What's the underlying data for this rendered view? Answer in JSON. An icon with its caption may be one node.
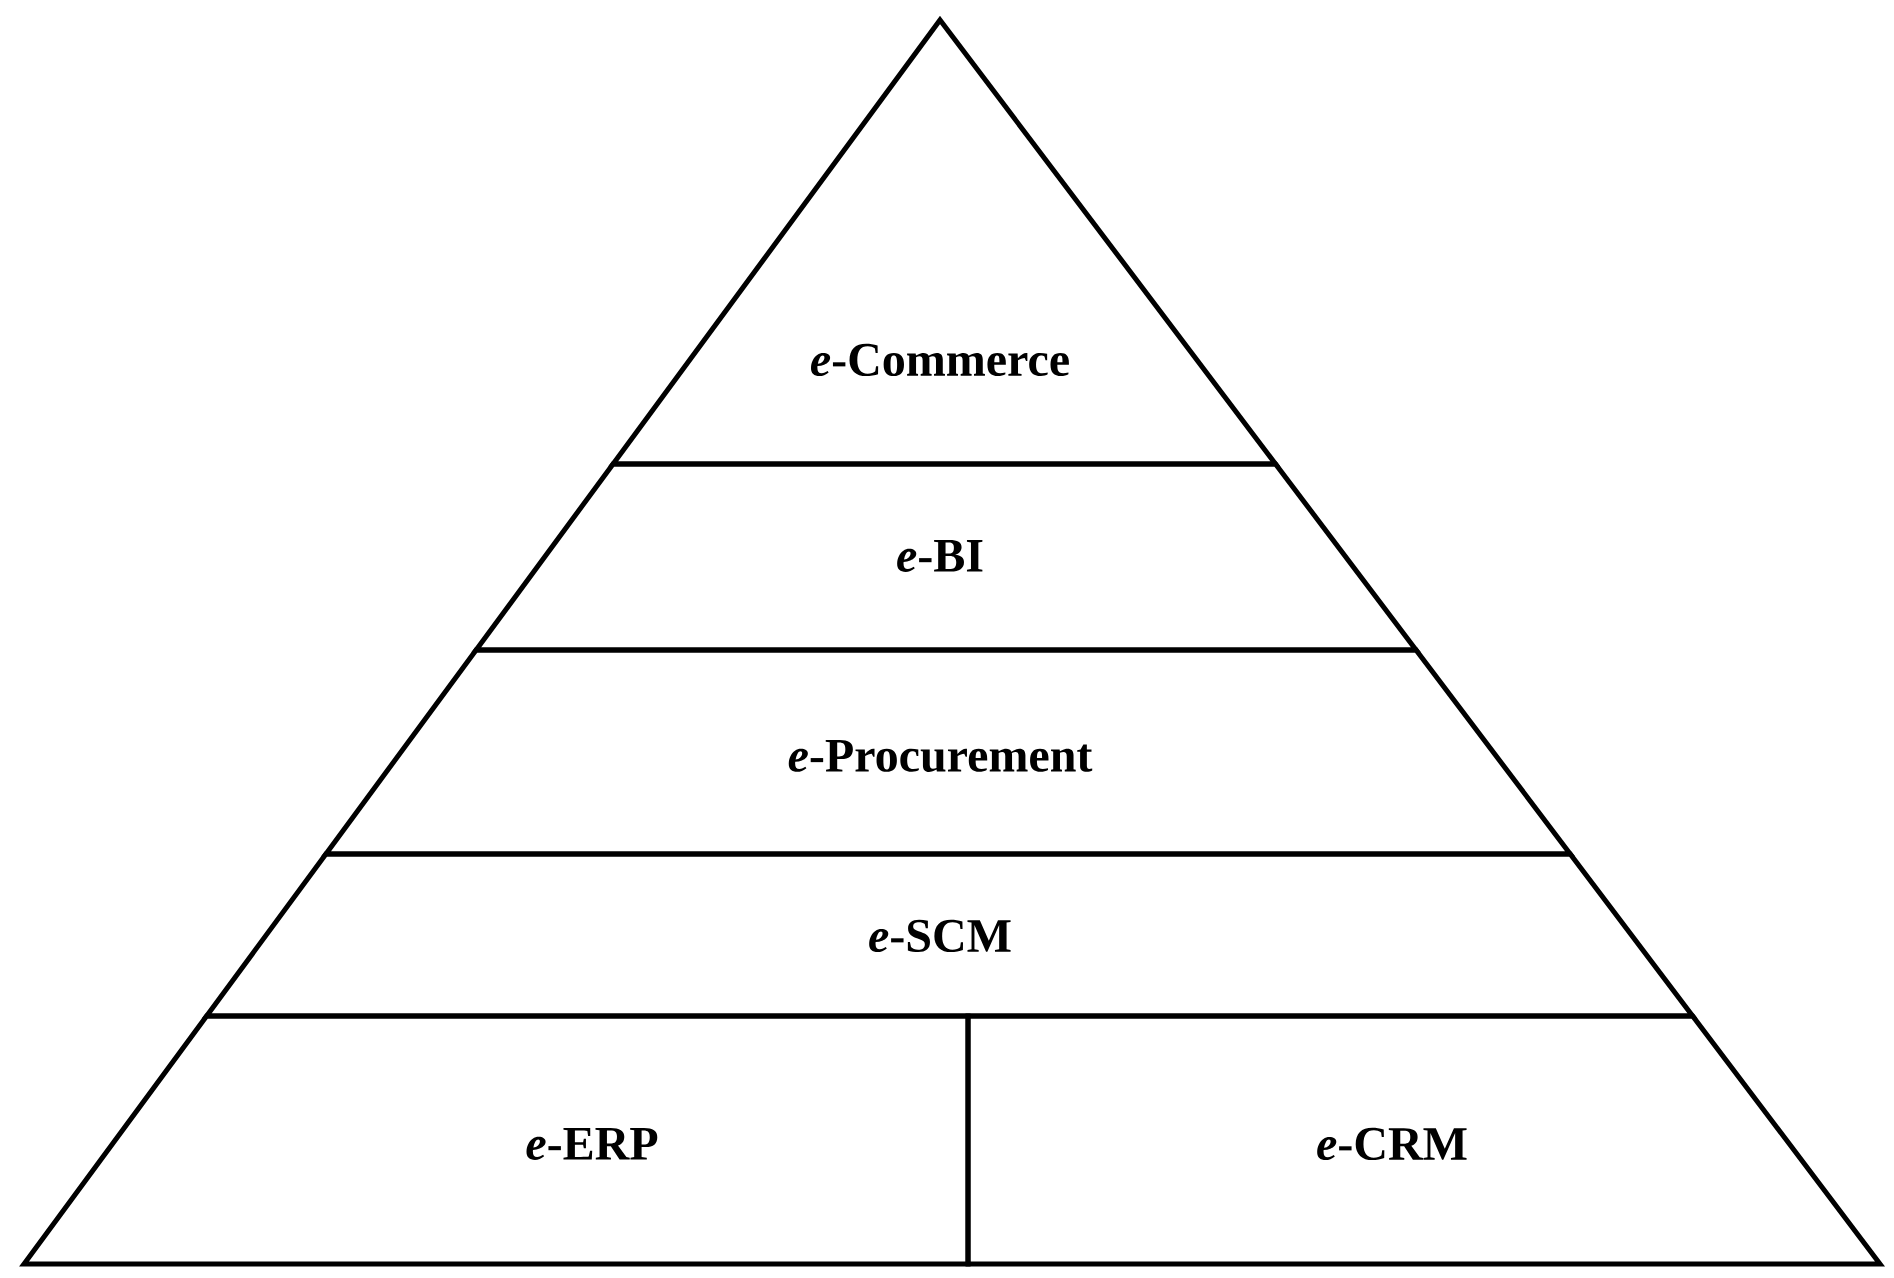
{
  "diagram": {
    "nodes": [
      {
        "text": [
          "*e*-Commerce"
        ]
      },
      {
        "text": [
          "*e*-BI"
        ]
      },
      {
        "text": [
          "*e*-Procurement"
        ]
      },
      {
        "text": [
          "*e*-SCM"
        ]
      },
      {
        "text": [
          "*e*-ERP"
        ]
      },
      {
        "text": [
          "*e*-CRM"
        ]
      }
    ]
  }
}
